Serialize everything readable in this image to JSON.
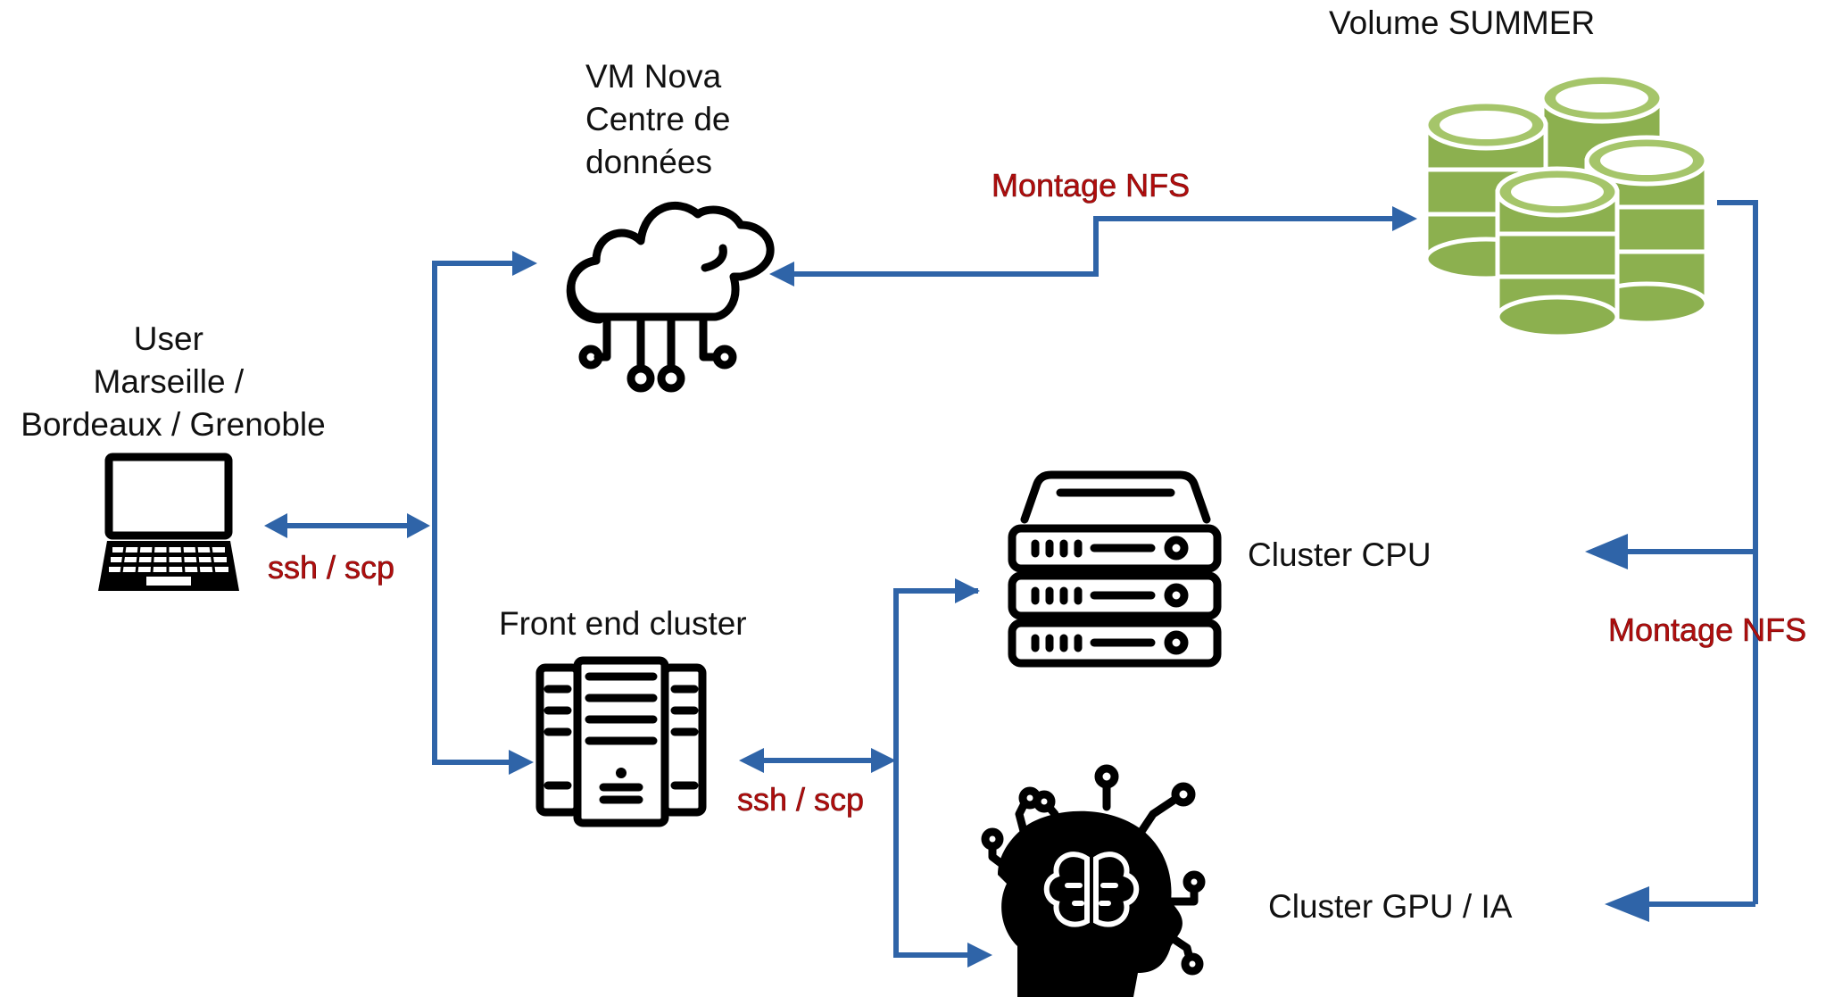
{
  "colors": {
    "connector": "#2f64a8",
    "protocol_text": "#b30d0d",
    "storage_green": "#8cb04f"
  },
  "nodes": {
    "vm_nova": {
      "lines": [
        "VM Nova",
        "Centre de",
        "données"
      ],
      "icon": "cloud-network-icon"
    },
    "volume": {
      "label": "Volume SUMMER",
      "icon": "database-stack-icon"
    },
    "user": {
      "lines": [
        "User",
        "Marseille /",
        "Bordeaux / Grenoble"
      ],
      "icon": "laptop-icon"
    },
    "front_end": {
      "label": "Front end cluster",
      "icon": "server-tower-icon"
    },
    "cluster_cpu": {
      "label": "Cluster CPU",
      "icon": "server-rack-icon"
    },
    "cluster_gpu": {
      "label": "Cluster GPU / IA",
      "icon": "ai-brain-head-icon"
    }
  },
  "edges": {
    "nfs_top": "Montage NFS",
    "nfs_right": "Montage NFS",
    "ssh_user": "ssh / scp",
    "ssh_frontend": "ssh / scp"
  }
}
